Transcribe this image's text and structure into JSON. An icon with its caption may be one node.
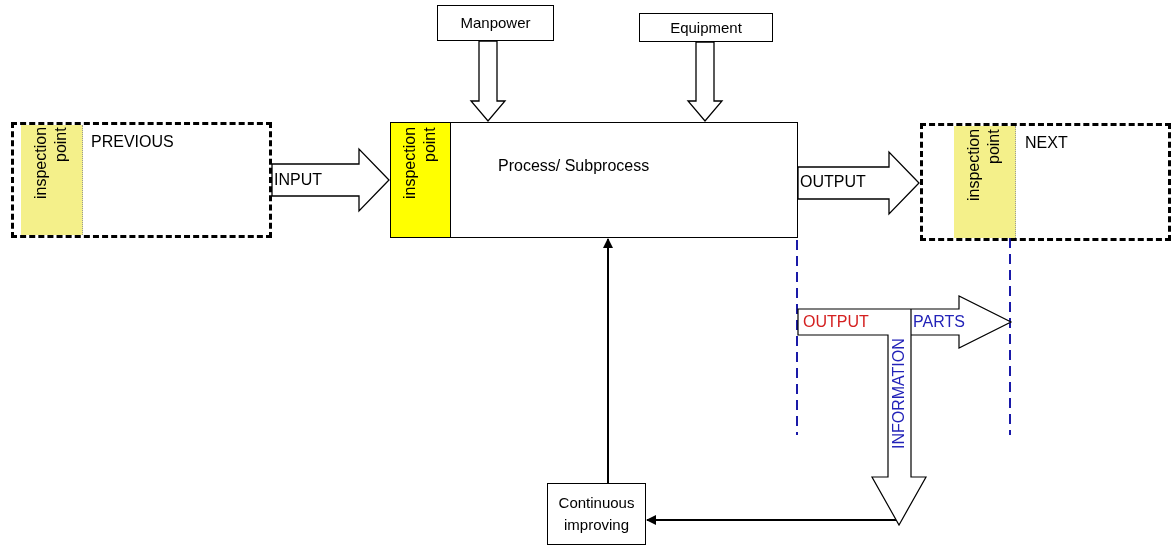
{
  "diagram": {
    "nodes": [
      {
        "text": [
          "Manpower"
        ]
      },
      {
        "text": [
          "Equipment"
        ]
      },
      {
        "text": [
          "PREVIOUS"
        ]
      },
      {
        "text": [
          "inspection point"
        ],
        "in": 2
      },
      {
        "text": [
          "Process/ Subprocess"
        ]
      },
      {
        "text": [
          "inspection point"
        ],
        "in": 4
      },
      {
        "text": [
          "NEXT"
        ]
      },
      {
        "text": [
          "inspection point"
        ],
        "in": 6
      },
      {
        "text": [
          "Continuous improving"
        ]
      },
      {
        "text": [
          "OUTPUT",
          "PARTS",
          "INFORMATION"
        ]
      }
    ],
    "edges": [
      {
        "from": 0,
        "to": 4,
        "arrow": "to",
        "style": "thick"
      },
      {
        "from": 1,
        "to": 4,
        "arrow": "to",
        "style": "thick"
      },
      {
        "from": 2,
        "to": 4,
        "arrow": "to",
        "style": "thick",
        "label": "INPUT"
      },
      {
        "from": 4,
        "to": 6,
        "arrow": "to",
        "style": "thick",
        "label": "OUTPUT"
      },
      {
        "from": 9,
        "to": 8,
        "arrow": "to"
      },
      {
        "from": 8,
        "to": 4,
        "arrow": "to"
      }
    ]
  }
}
